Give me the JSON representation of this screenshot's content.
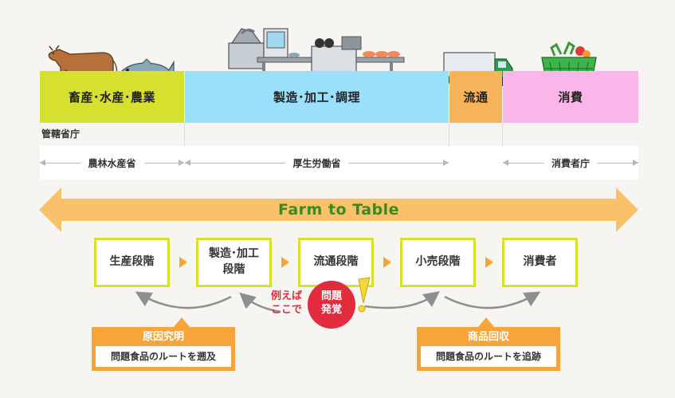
{
  "stages": {
    "farm": "畜産･水産･農業",
    "manufacturing": "製造･加工･調理",
    "distribution": "流通",
    "consumption": "消費"
  },
  "agencies": {
    "header": "管轄省庁",
    "maff": "農林水産省",
    "mhlw": "厚生労働省",
    "caa": "消費者庁"
  },
  "banner": {
    "label": "Farm to Table"
  },
  "flow": {
    "steps": [
      "生産段階",
      "製造･加工\n段階",
      "流通段階",
      "小売段階",
      "消費者"
    ]
  },
  "problem": {
    "example": "例えば\nここで",
    "label": "問題\n発覚"
  },
  "trace_back": {
    "title": "原因究明",
    "description": "問題食品のルートを遡及"
  },
  "trace_forward": {
    "title": "商品回収",
    "description": "問題食品のルートを追跡"
  },
  "colors": {
    "farm": "#d6e02e",
    "manufacturing": "#9be0fb",
    "distribution": "#f7b35a",
    "consumption": "#fbb5e8",
    "arrow": "#f9c16a",
    "accent": "#f7a43a",
    "alert": "#e22b3c",
    "banner_text": "#3a8a22"
  },
  "icons": [
    "cow-icon",
    "fish-icon",
    "factory-line-icon",
    "truck-icon",
    "shopping-basket-icon"
  ]
}
